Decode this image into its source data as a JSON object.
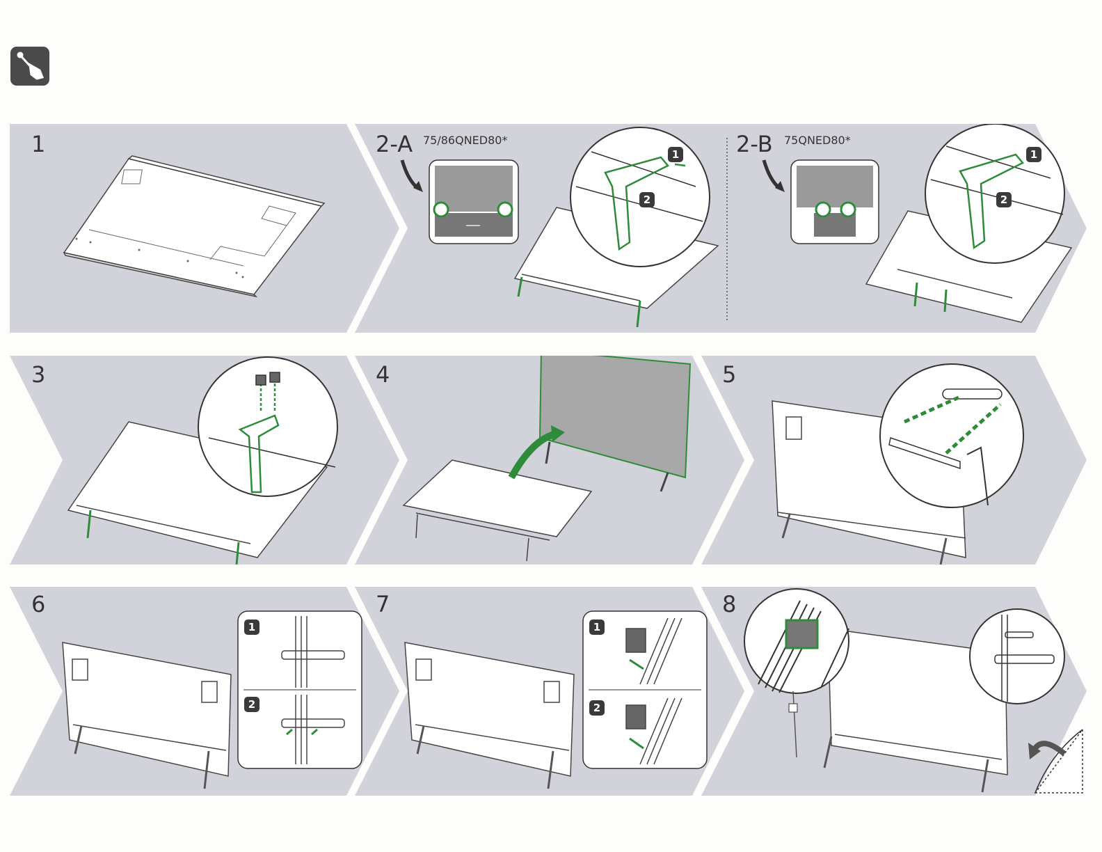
{
  "header": {
    "tool_icon": "screwdriver-icon"
  },
  "colors": {
    "band": "#d2d3da",
    "accent_green": "#2e8b3a",
    "line": "#3a3a3a"
  },
  "steps": [
    {
      "number": "1"
    },
    {
      "number": "2-A",
      "models": "75/86QNED80*"
    },
    {
      "number": "2-B",
      "models": "75QNED80*"
    },
    {
      "number": "3"
    },
    {
      "number": "4"
    },
    {
      "number": "5"
    },
    {
      "number": "6",
      "sub_badges": [
        "1",
        "2"
      ]
    },
    {
      "number": "7",
      "sub_badges": [
        "1",
        "2"
      ]
    },
    {
      "number": "8"
    }
  ],
  "badges_2a": [
    "1",
    "2"
  ],
  "badges_2b": [
    "1",
    "2"
  ]
}
